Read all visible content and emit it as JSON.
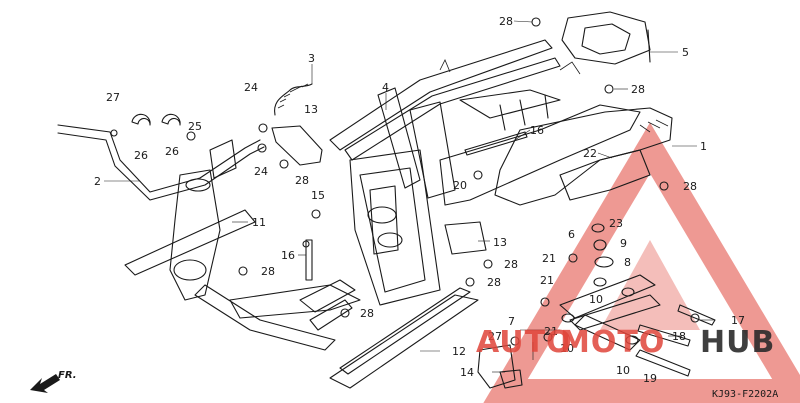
{
  "diagram": {
    "code": "KJ93-F2202A",
    "direction_label": "FR.",
    "watermark": {
      "word_part_1": "AUTO",
      "word_part_2": "MOTO",
      "word_part_3": "HUB",
      "red": "#e0453a",
      "dark": "#2b2b2b"
    },
    "callouts": [
      {
        "id": "c28a",
        "text": "28"
      },
      {
        "id": "c5",
        "text": "5"
      },
      {
        "id": "c3",
        "text": "3"
      },
      {
        "id": "c28b",
        "text": "28"
      },
      {
        "id": "c27a",
        "text": "27"
      },
      {
        "id": "c24a",
        "text": "24"
      },
      {
        "id": "c13a",
        "text": "13"
      },
      {
        "id": "c4",
        "text": "4"
      },
      {
        "id": "c16a",
        "text": "16"
      },
      {
        "id": "c1",
        "text": "1"
      },
      {
        "id": "c25",
        "text": "25"
      },
      {
        "id": "c26a",
        "text": "26"
      },
      {
        "id": "c26b",
        "text": "26"
      },
      {
        "id": "c22",
        "text": "22"
      },
      {
        "id": "c2",
        "text": "2"
      },
      {
        "id": "c24b",
        "text": "24"
      },
      {
        "id": "c28c",
        "text": "28"
      },
      {
        "id": "c20",
        "text": "20"
      },
      {
        "id": "c28d",
        "text": "28"
      },
      {
        "id": "c15",
        "text": "15"
      },
      {
        "id": "c11",
        "text": "11"
      },
      {
        "id": "c23",
        "text": "23"
      },
      {
        "id": "c6",
        "text": "6"
      },
      {
        "id": "c9",
        "text": "9"
      },
      {
        "id": "c13b",
        "text": "13"
      },
      {
        "id": "c16b",
        "text": "16"
      },
      {
        "id": "c21a",
        "text": "21"
      },
      {
        "id": "c8",
        "text": "8"
      },
      {
        "id": "c28e",
        "text": "28"
      },
      {
        "id": "c28f",
        "text": "28"
      },
      {
        "id": "c28g",
        "text": "28"
      },
      {
        "id": "c21b",
        "text": "21"
      },
      {
        "id": "c10a",
        "text": "10"
      },
      {
        "id": "c28h",
        "text": "28"
      },
      {
        "id": "c7",
        "text": "7"
      },
      {
        "id": "c17",
        "text": "17"
      },
      {
        "id": "c21c",
        "text": "21"
      },
      {
        "id": "c18",
        "text": "18"
      },
      {
        "id": "c27b",
        "text": "27"
      },
      {
        "id": "c10b",
        "text": "10"
      },
      {
        "id": "c12",
        "text": "12"
      },
      {
        "id": "c14",
        "text": "14"
      },
      {
        "id": "c10c",
        "text": "10"
      },
      {
        "id": "c19",
        "text": "19"
      }
    ]
  }
}
